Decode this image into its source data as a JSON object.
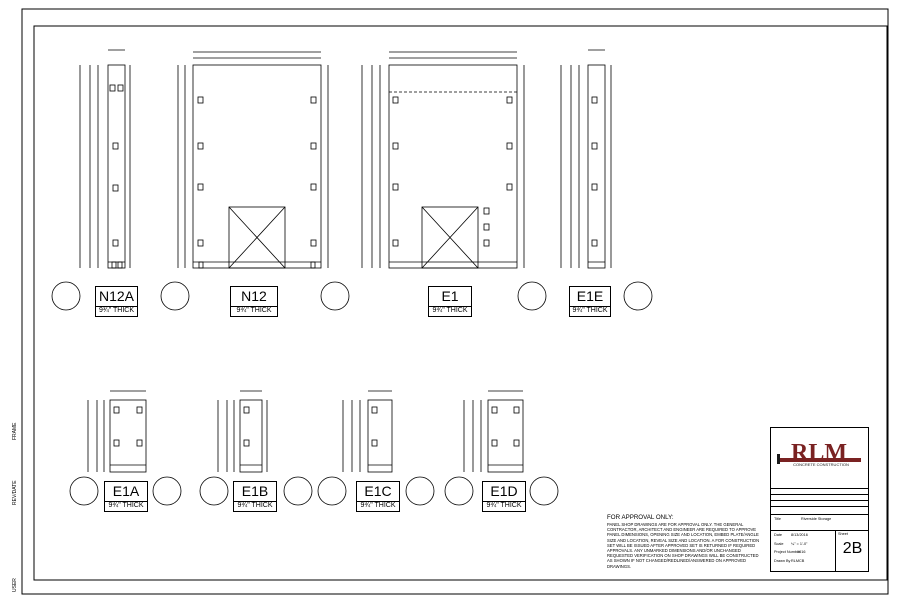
{
  "panels": [
    {
      "id": "N12A",
      "name": "N12A",
      "thickness": "9¾\" THICK"
    },
    {
      "id": "N12",
      "name": "N12",
      "thickness": "9¾\" THICK"
    },
    {
      "id": "E1",
      "name": "E1",
      "thickness": "9¾\" THICK"
    },
    {
      "id": "E1E",
      "name": "E1E",
      "thickness": "9¾\" THICK"
    },
    {
      "id": "E1A",
      "name": "E1A",
      "thickness": "9¾\" THICK"
    },
    {
      "id": "E1B",
      "name": "E1B",
      "thickness": "9¾\" THICK"
    },
    {
      "id": "E1C",
      "name": "E1C",
      "thickness": "9¾\" THICK"
    },
    {
      "id": "E1D",
      "name": "E1D",
      "thickness": "9¾\" THICK"
    }
  ],
  "approval_note": {
    "title": "FOR APPROVAL ONLY:",
    "body": "PANEL SHOP DRAWINGS ARE FOR APPROVAL ONLY. THE GENERAL CONTRACTOR, ARCHITECT AND ENGINEER ARE REQUIRED TO APPROVE PANEL DIMENSIONS, OPENING SIZE AND LOCATION, EMBED PLATE/ANGLE SIZE AND LOCATION, REVEAL SIZE AND LOCATION. A FOR CONSTRUCTION SET WILL BE ISSUED AFTER APPROVED SET IS RETURNED IF REQUIRED APPROVALS. ANY UNMARKED DIMENSIONS AND/OR UNCHANGED REQUESTED VERIFICATION ON SHOP DRAWINGS WILL BE CONSTRUCTED AS SHOWN IF NOT CHANGED/REDLINED/ANSWERED ON APPROVED DRAWINGS."
  },
  "side_labels": {
    "frame": "FRAME",
    "revdate": "REV/DATE",
    "user": "USER"
  },
  "title_block": {
    "logo_text": "RLM",
    "logo_subtext": "CONCRETE CONSTRUCTION",
    "project": "Riverside Storage",
    "date": "8/13/2016",
    "scale": "¼\" = 1'-0\"",
    "project_number": "1616",
    "drawn_by": "RLMCB",
    "sheet": "2B",
    "field_labels": {
      "title": "Title",
      "date": "Date",
      "scale": "Scale",
      "project": "Project Number",
      "drawn": "Drawn By",
      "sheet": "Sheet"
    }
  },
  "colors": {
    "line": "#000000",
    "logo_red": "#7a2222",
    "logo_black": "#1a1a1a",
    "paper": "#ffffff"
  }
}
